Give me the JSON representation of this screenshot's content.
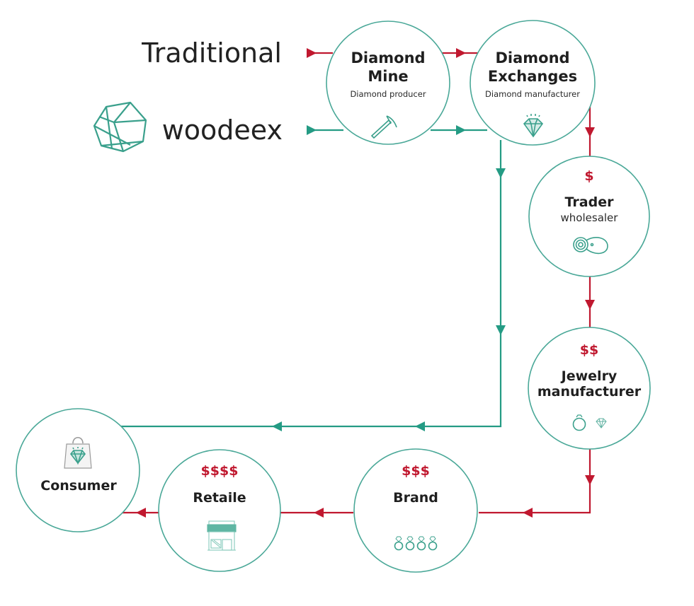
{
  "colors": {
    "traditional": "#c0182f",
    "woodeex": "#249b84",
    "circle_stroke": "#4aa898",
    "price": "#c0182f",
    "text": "#1f1f1f"
  },
  "legend": {
    "traditional_label": "Traditional",
    "woodeex_label": "woodeex",
    "woodeex_logo_icon": "hexagon-geometric-logo-icon"
  },
  "nodes": {
    "diamond_mine": {
      "title_lines": [
        "Diamond",
        "Mine"
      ],
      "subtitle": "Diamond producer",
      "price": "",
      "icon": "pickaxe-icon"
    },
    "diamond_exchanges": {
      "title_lines": [
        "Diamond",
        "Exchanges"
      ],
      "subtitle": "Diamond manufacturer",
      "price": "",
      "icon": "diamond-icon"
    },
    "trader": {
      "title_lines": [
        "Trader"
      ],
      "subtitle": "wholesaler",
      "price": "$",
      "icon": "loupe-icon"
    },
    "jewelry_manufacturer": {
      "title_lines": [
        "Jewelry",
        "manufacturer"
      ],
      "subtitle": "",
      "price": "$$",
      "icon": "ring-and-diamond-icon"
    },
    "brand": {
      "title_lines": [
        "Brand"
      ],
      "subtitle": "",
      "price": "$$$",
      "icon": "four-rings-icon"
    },
    "retaile": {
      "title_lines": [
        "Retaile"
      ],
      "subtitle": "",
      "price": "$$$$",
      "icon": "storefront-icon"
    },
    "consumer": {
      "title_lines": [
        "Consumer"
      ],
      "subtitle": "",
      "price": "",
      "icon": "shopping-bag-diamond-icon"
    }
  },
  "flows": {
    "traditional": [
      "Diamond Mine",
      "Diamond Exchanges",
      "Trader",
      "Jewelry manufacturer",
      "Brand",
      "Retaile",
      "Consumer"
    ],
    "woodeex": [
      "Diamond Mine",
      "Diamond Exchanges",
      "Consumer"
    ]
  }
}
